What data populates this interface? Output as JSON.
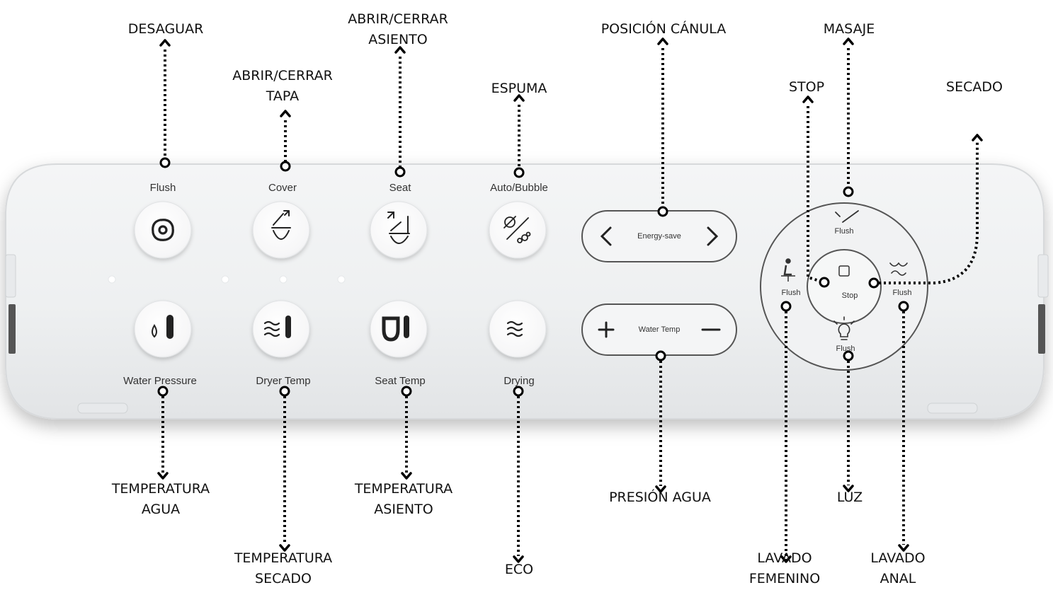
{
  "panel_labels": {
    "flush": "Flush",
    "cover": "Cover",
    "seat": "Seat",
    "auto_bubble": "Auto/Bubble",
    "water_pressure": "Water Pressure",
    "dryer_temp": "Dryer Temp",
    "seat_temp": "Seat Temp",
    "drying": "Drying",
    "energy_save": "Energy-save",
    "water_temp": "Water Temp"
  },
  "dial_labels": {
    "flush_top": "Flush",
    "flush_left": "Flush",
    "flush_right": "Flush",
    "flush_bottom": "Flush",
    "stop": "Stop"
  },
  "annotations": {
    "desaguar": "DESAGUAR",
    "abrir_tapa_1": "ABRIR/CERRAR",
    "abrir_tapa_2": "TAPA",
    "abrir_asiento_1": "ABRIR/CERRAR",
    "abrir_asiento_2": "ASIENTO",
    "espuma": "ESPUMA",
    "posicion_canula": "POSICIÓN CÁNULA",
    "masaje": "MASAJE",
    "stop": "STOP",
    "secado": "SECADO",
    "temp_agua_1": "TEMPERATURA",
    "temp_agua_2": "AGUA",
    "temp_secado_1": "TEMPERATURA",
    "temp_secado_2": "SECADO",
    "temp_asiento_1": "TEMPERATURA",
    "temp_asiento_2": "ASIENTO",
    "eco": "ECO",
    "presion_agua": "PRESIÓN AGUA",
    "luz": "LUZ",
    "lavado_femenino_1": "LAVADO",
    "lavado_femenino_2": "FEMENINO",
    "lavado_anal_1": "LAVADO",
    "lavado_anal_2": "ANAL"
  }
}
